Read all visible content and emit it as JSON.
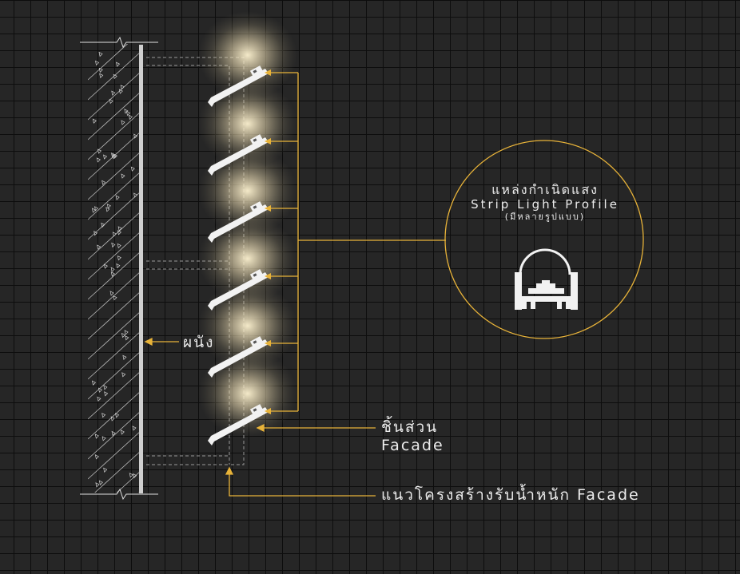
{
  "labels": {
    "wall": "ผนัง",
    "facade_line1": "ชิ้นส่วน",
    "facade_line2": "Facade",
    "structure": "แนวโครงสร้างรับน้ำหนัก Facade",
    "light_source_th": "แหล่งกำเนิดแสง",
    "light_source_en": "Strip Light Profile",
    "light_source_note": "(มีหลายรูปแบบ)"
  },
  "colors": {
    "background": "#262626",
    "grid": "#0d0d0d",
    "accent": "#e8b339",
    "element": "#f2f2f2",
    "glow": "#fff4d2"
  },
  "icons": [
    "strip-light-profile-icon",
    "arrow-icon",
    "break-line-icon"
  ]
}
